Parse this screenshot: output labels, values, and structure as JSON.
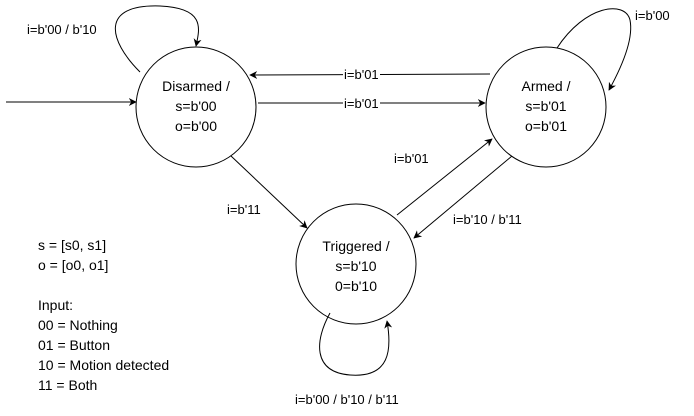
{
  "states": {
    "disarmed": {
      "name": "Disarmed /",
      "s": "s=b'00",
      "o": "o=b'00"
    },
    "armed": {
      "name": "Armed /",
      "s": "s=b'01",
      "o": "o=b'01"
    },
    "triggered": {
      "name": "Triggered /",
      "s": "s=b'10",
      "o": "0=b'10"
    }
  },
  "transitions": {
    "disarmed_self": "i=b'00 / b'10",
    "armed_self": "i=b'00",
    "armed_to_disarmed": "i=b'01",
    "disarmed_to_armed": "i=b'01",
    "triggered_to_armed": "i=b'01",
    "armed_to_triggered": "i=b'10 / b'11",
    "disarmed_to_triggered": "i=b'11",
    "triggered_self": "i=b'00 / b'10 / b'11"
  },
  "legend": {
    "s_def": "s = [s0, s1]",
    "o_def": "o = [o0, o1]",
    "input_title": "Input:",
    "input_00": "00 = Nothing",
    "input_01": "01 = Button",
    "input_10": "10 = Motion detected",
    "input_11": "11 = Both"
  }
}
